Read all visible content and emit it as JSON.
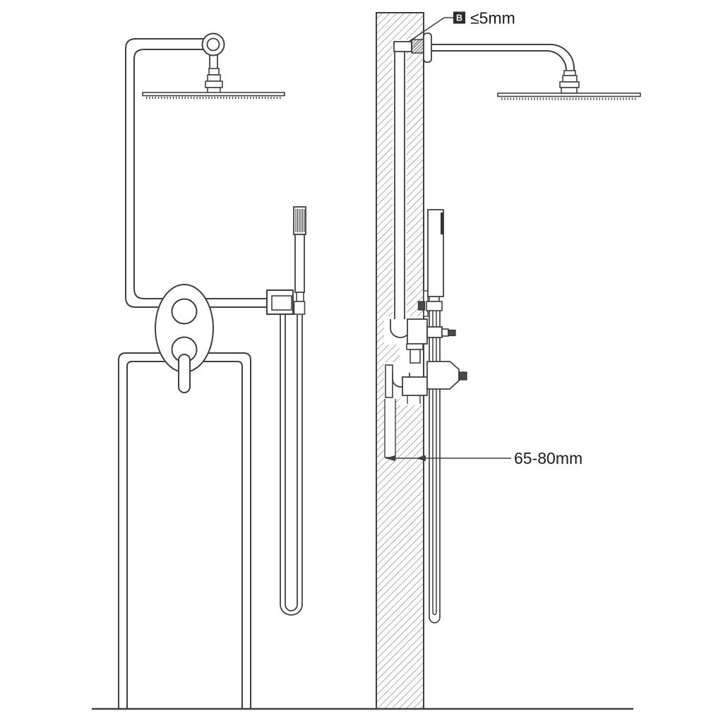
{
  "diagram": {
    "annotations": {
      "wall_gap_marker": "B",
      "wall_gap_value": "≤5mm",
      "recess_depth_value": "65-80mm"
    },
    "colors": {
      "background": "#ffffff",
      "line": "#3f3f3f",
      "hatch": "#6e6e6e",
      "dark_fill": "#4a4a4a",
      "badge_background": "#2b2b2b",
      "badge_text": "#ffffff",
      "annotation_text": "#1c1c1c"
    },
    "views": {
      "front_view_parts": [
        "supply-pipe",
        "wall-mount-flange",
        "rain-shower-head",
        "mixer-valve-oval",
        "diverter-knob",
        "mixer-lever",
        "hand-shower",
        "hand-shower-bracket",
        "shower-hose",
        "shower-panel"
      ],
      "side_view_parts": [
        "wall-cross-section",
        "in-wall-pipe",
        "wall-union-nut",
        "escutcheon",
        "shower-arm",
        "rain-shower-head",
        "hand-shower",
        "hose-rails",
        "concealed-valve-upper",
        "thermostat-cartridge",
        "recess-niche"
      ]
    }
  }
}
